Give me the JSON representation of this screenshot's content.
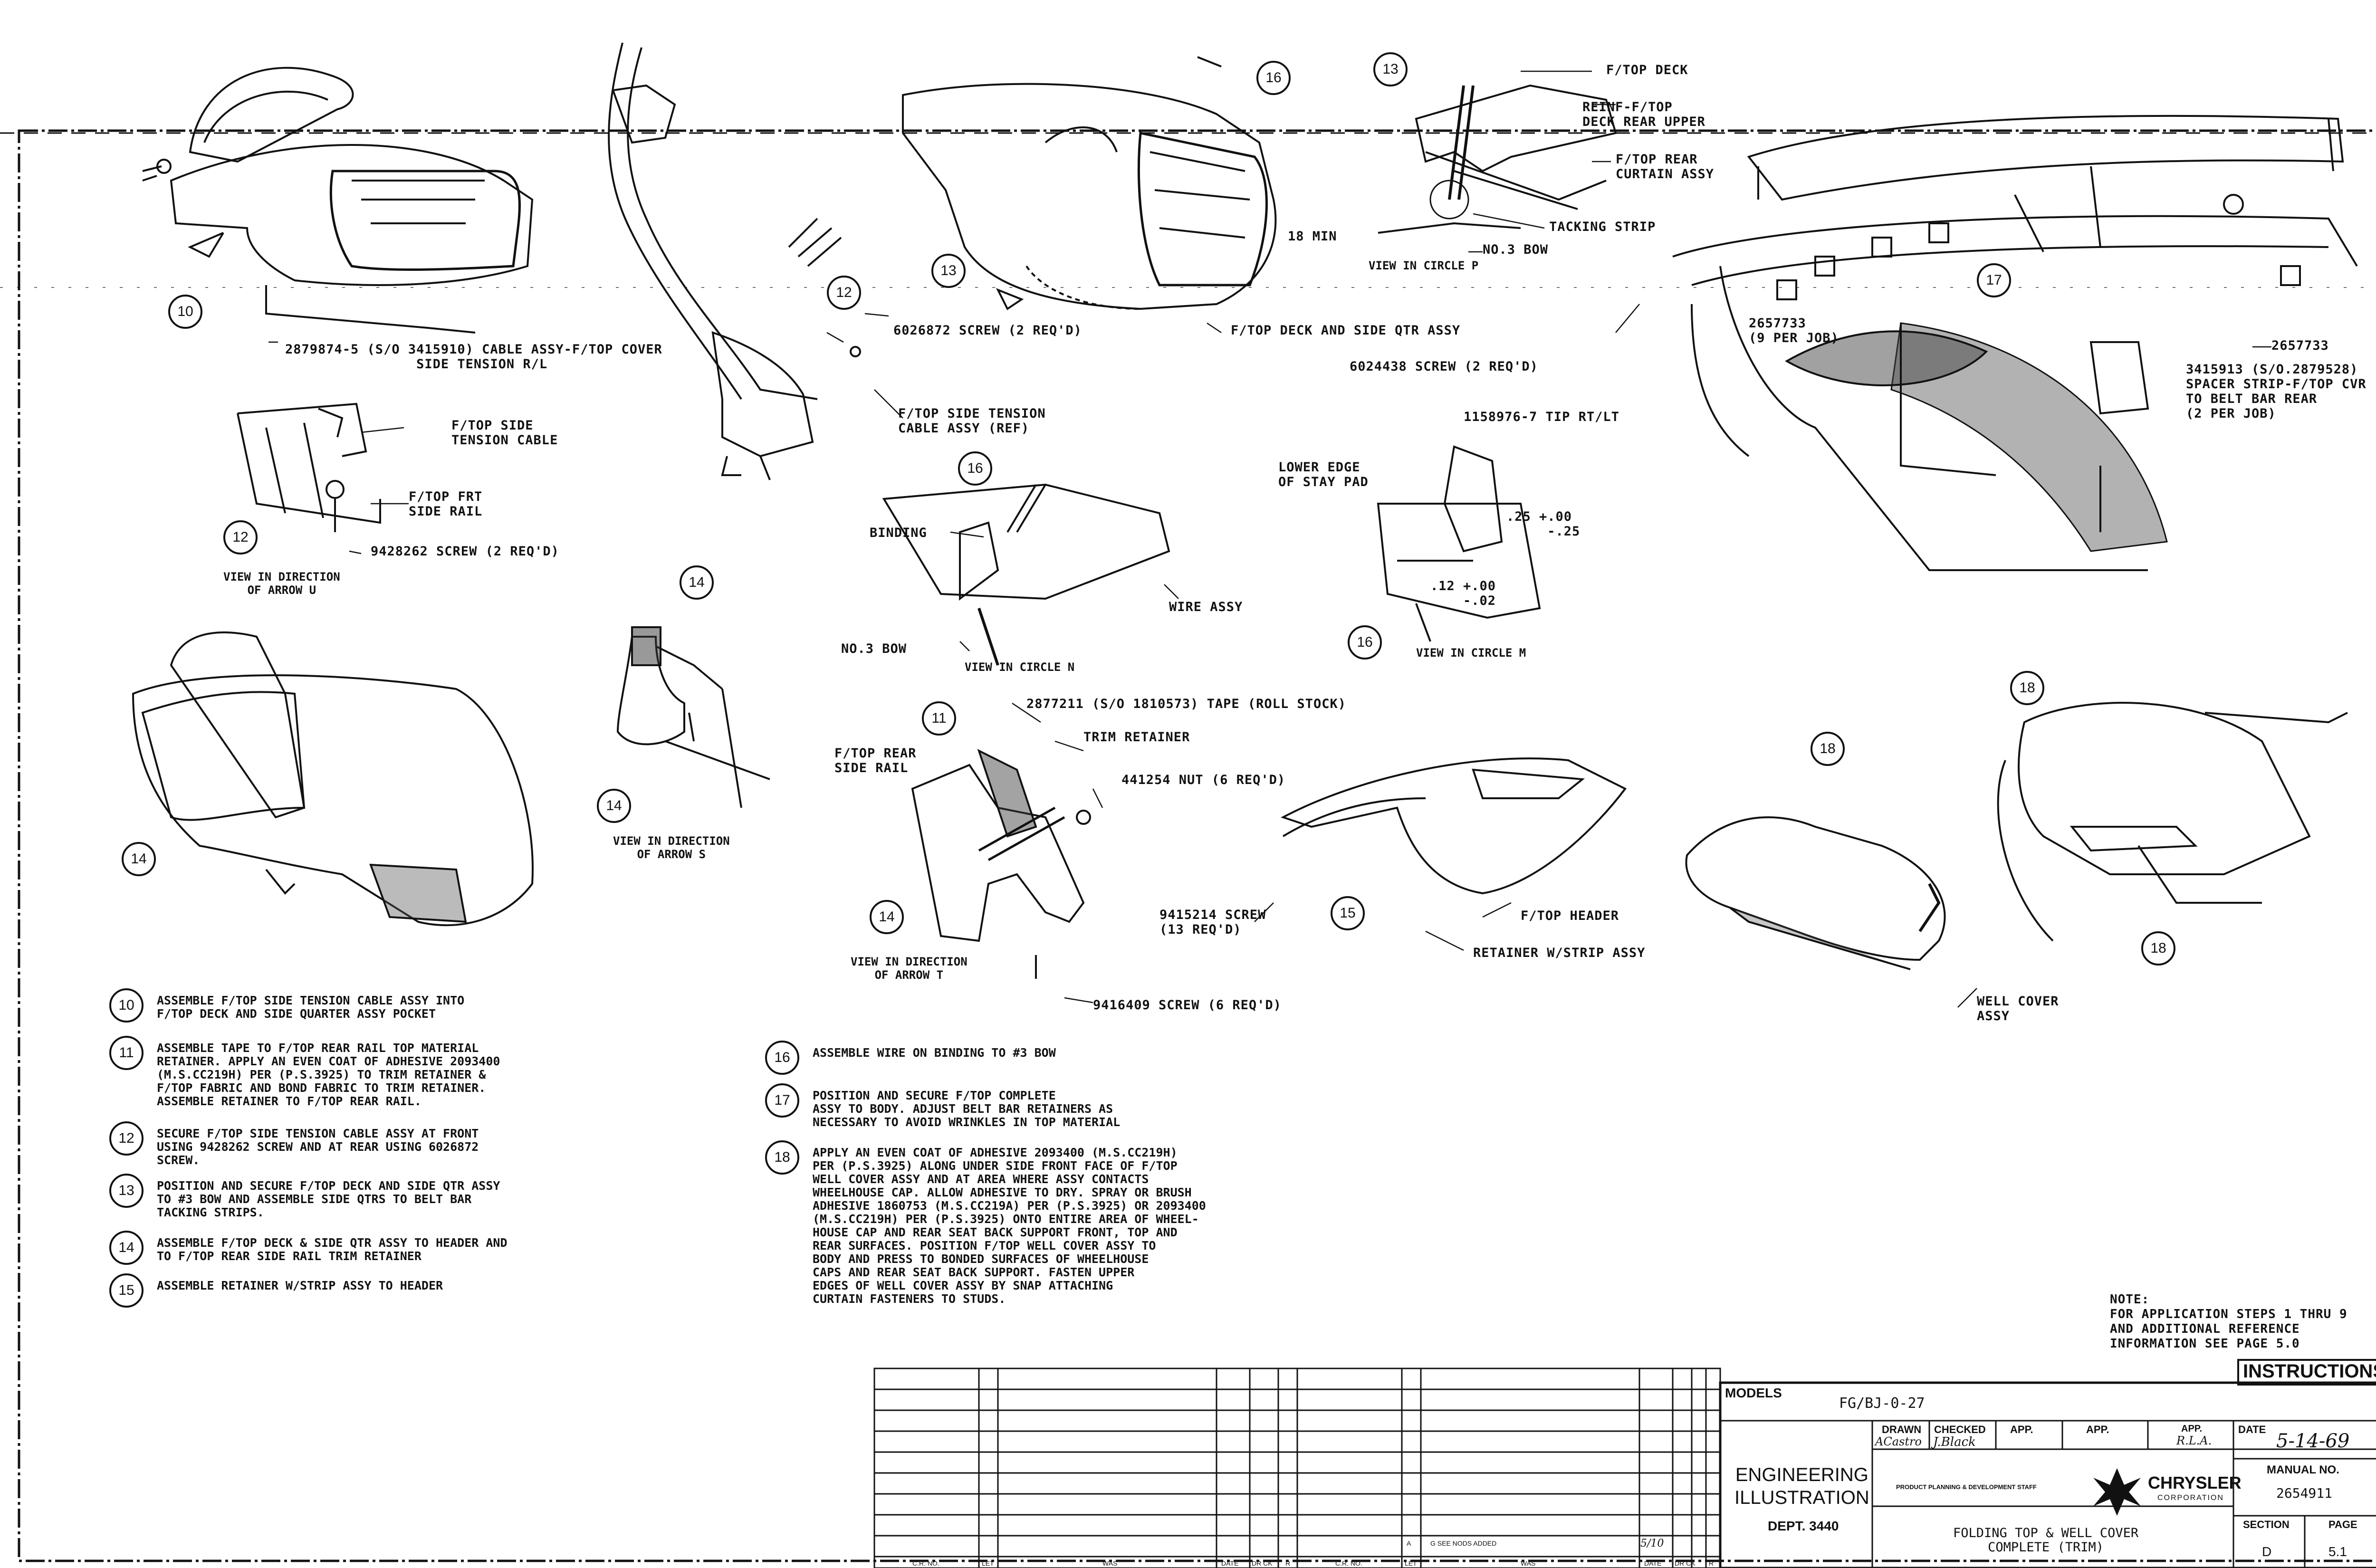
{
  "callouts": {
    "c10a": "10",
    "c12a": "12",
    "c11a": "11",
    "c12b": "12",
    "c13a": "13",
    "c13b": "13",
    "c14a": "14",
    "c14b": "14",
    "c14c": "14",
    "c14d": "14",
    "c15a": "15",
    "c16a": "16",
    "c16b": "16",
    "c16c": "16",
    "c17a": "17",
    "c18a": "18",
    "c18b": "18",
    "c18c": "18"
  },
  "labels": {
    "cable_assy": "2879874-5 (S/O 3415910) CABLE ASSY-F/TOP COVER\n                SIDE TENSION R/L",
    "screw_6026872": "6026872 SCREW (2 REQ'D)",
    "side_tension_cable": "F/TOP SIDE\nTENSION CABLE",
    "frt_side_rail": "F/TOP FRT\nSIDE RAIL",
    "screw_9428262": "9428262 SCREW (2 REQ'D)",
    "side_tension_cable_assy": "F/TOP SIDE TENSION\nCABLE ASSY (REF)",
    "deck_side_qtr": "F/TOP DECK AND SIDE QTR ASSY",
    "f_top_deck": "F/TOP DECK",
    "reinf": "REINF-F/TOP\nDECK REAR UPPER",
    "rear_curtain": "F/TOP REAR\nCURTAIN ASSY",
    "tacking_strip": "TACKING STRIP",
    "no3_bow_p": "NO.3 BOW",
    "min18": "18 MIN",
    "screw_6024438": "6024438 SCREW (2 REQ'D)",
    "tip_rtlt": "1158976-7 TIP RT/LT",
    "lower_edge": "LOWER EDGE\nOF STAY PAD",
    "dim_25": ".25 +.00\n     -.25",
    "dim_12": ".12 +.00\n    -.02",
    "strip_2657733_a": "2657733\n(9 PER JOB)",
    "strip_2657733_b": "2657733",
    "spacer_strip": "3415913 (S/O.2879528)\nSPACER STRIP-F/TOP CVR\nTO BELT BAR REAR\n(2 PER JOB)",
    "binding": "BINDING",
    "wire_assy": "WIRE ASSY",
    "no3_bow_n": "NO.3 BOW",
    "tape_2877211": "2877211 (S/O 1810573) TAPE (ROLL STOCK)",
    "trim_retainer": "TRIM RETAINER",
    "rear_side_rail": "F/TOP REAR\nSIDE RAIL",
    "nut_441254": "441254 NUT (6 REQ'D)",
    "screw_9416409": "9416409 SCREW (6 REQ'D)",
    "screw_9415214": "9415214 SCREW\n(13 REQ'D)",
    "f_top_header": "F/TOP HEADER",
    "retainer_strip": "RETAINER W/STRIP ASSY",
    "well_cover": "WELL COVER\nASSY"
  },
  "views": {
    "view_u": "VIEW IN DIRECTION\nOF ARROW U",
    "view_s": "VIEW IN DIRECTION\nOF ARROW S",
    "view_t": "VIEW IN DIRECTION\nOF ARROW T",
    "view_p": "VIEW IN CIRCLE P",
    "view_n": "VIEW IN CIRCLE N",
    "view_m": "VIEW IN CIRCLE M"
  },
  "steps": [
    {
      "num": "10",
      "text": "ASSEMBLE F/TOP SIDE TENSION CABLE ASSY INTO\nF/TOP DECK AND SIDE QUARTER ASSY POCKET"
    },
    {
      "num": "11",
      "text": "ASSEMBLE TAPE TO F/TOP REAR RAIL TOP MATERIAL\nRETAINER. APPLY AN EVEN COAT OF ADHESIVE 2093400\n(M.S.CC219H) PER (P.S.3925) TO TRIM RETAINER &\nF/TOP FABRIC AND BOND FABRIC TO TRIM RETAINER.\nASSEMBLE RETAINER TO F/TOP REAR RAIL."
    },
    {
      "num": "12",
      "text": "SECURE F/TOP SIDE TENSION CABLE ASSY AT FRONT\nUSING 9428262 SCREW AND AT REAR USING 6026872\nSCREW."
    },
    {
      "num": "13",
      "text": "POSITION AND SECURE F/TOP DECK AND SIDE QTR ASSY\nTO #3 BOW AND ASSEMBLE SIDE QTRS TO BELT BAR\nTACKING STRIPS."
    },
    {
      "num": "14",
      "text": "ASSEMBLE F/TOP DECK & SIDE QTR ASSY TO HEADER AND\nTO F/TOP REAR SIDE RAIL TRIM RETAINER"
    },
    {
      "num": "15",
      "text": "ASSEMBLE RETAINER W/STRIP ASSY TO HEADER"
    },
    {
      "num": "16",
      "text": "ASSEMBLE WIRE ON BINDING TO #3 BOW"
    },
    {
      "num": "17",
      "text": "POSITION AND SECURE F/TOP COMPLETE\nASSY TO BODY. ADJUST BELT BAR RETAINERS AS\nNECESSARY TO AVOID WRINKLES IN TOP MATERIAL"
    },
    {
      "num": "18",
      "text": "APPLY AN EVEN COAT OF ADHESIVE 2093400 (M.S.CC219H)\nPER (P.S.3925) ALONG UNDER SIDE FRONT FACE OF F/TOP\nWELL COVER ASSY AND AT AREA WHERE ASSY CONTACTS\nWHEELHOUSE CAP. ALLOW ADHESIVE TO DRY. SPRAY OR BRUSH\nADHESIVE 1860753 (M.S.CC219A) PER (P.S.3925) OR 2093400\n(M.S.CC219H) PER (P.S.3925) ONTO ENTIRE AREA OF WHEEL-\nHOUSE CAP AND REAR SEAT BACK SUPPORT FRONT, TOP AND\nREAR SURFACES. POSITION F/TOP WELL COVER ASSY TO\nBODY AND PRESS TO BONDED SURFACES OF WHEELHOUSE\nCAPS AND REAR SEAT BACK SUPPORT. FASTEN UPPER\nEDGES OF WELL COVER ASSY BY SNAP ATTACHING\nCURTAIN FASTENERS TO STUDS."
    }
  ],
  "note": "NOTE:\nFOR APPLICATION STEPS 1 THRU 9\nAND ADDITIONAL REFERENCE\nINFORMATION SEE PAGE 5.0",
  "title_block": {
    "instructions": "INSTRUCTIONS",
    "models_label": "MODELS",
    "models_value": "FG/BJ-0-27",
    "eng_illustration": "ENGINEERING\nILLUSTRATION",
    "dept": "DEPT. 3440",
    "drawn_label": "DRAWN",
    "drawn_value": "ACastro",
    "checked_label": "CHECKED",
    "checked_value": "J.Black",
    "app1_label": "APP.",
    "app2_label": "APP.",
    "app3_label": "APP.",
    "app3_value": "R.L.A.",
    "date_label": "DATE",
    "date_value": "5-14-69",
    "staff": "PRODUCT PLANNING & DEVELOPMENT STAFF",
    "chrysler": "CHRYSLER",
    "corporation": "CORPORATION",
    "manual_label": "MANUAL NO.",
    "manual_value": "2654911",
    "title": "FOLDING TOP & WELL COVER\nCOMPLETE (TRIM)",
    "section_label": "SECTION",
    "section_value": "D",
    "page_label": "PAGE",
    "page_value": "5.1",
    "rev_letter": "A",
    "rev_text": "G SEE NODS ADDED",
    "rev_date": "5/10",
    "cr_no": "C.R. NO.",
    "let": "LET",
    "was": "WAS",
    "date_col": "DATE",
    "drck": "DR CK",
    "r_col": "R",
    "cr_no2": "C.R. NO.",
    "let2": "LET",
    "was2": "WAS",
    "date_col2": "DATE",
    "drck2": "DR CK",
    "r_col2": "R"
  }
}
